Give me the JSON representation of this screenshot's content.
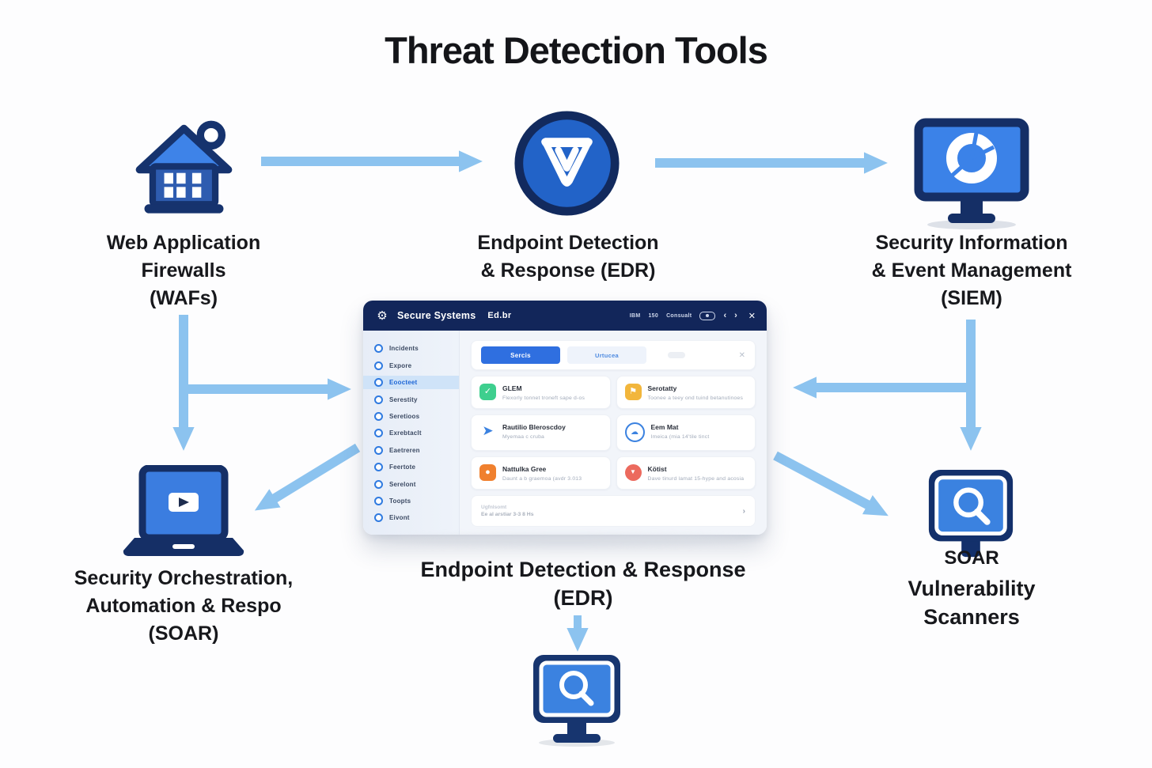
{
  "title": "Threat Detection Tools",
  "nodes": {
    "waf": {
      "lines": [
        "Web Application",
        "Firewalls",
        "(WAFs)"
      ]
    },
    "edr_top": {
      "lines": [
        "Endpoint Detection",
        "& Response (EDR)"
      ]
    },
    "siem": {
      "lines": [
        "Security Information",
        "& Event Management",
        "(SIEM)"
      ]
    },
    "soar": {
      "lines": [
        "Security Orchestration,",
        "Automation & Respo",
        "(SOAR)"
      ]
    },
    "edr_bottom": {
      "lines": [
        "Endpoint Detection & Response",
        "(EDR)"
      ]
    },
    "vuln": {
      "label_top": "SOAR",
      "lines": [
        "Vulnerability",
        "Scanners"
      ]
    }
  },
  "window": {
    "brand": "Secure Systems",
    "app_title": "Ed.br",
    "logo_glyph": "⚙",
    "menu": [
      "IBM",
      "150",
      "Consualt"
    ],
    "nav_back": "‹",
    "nav_forward": "›",
    "close_glyph": "✕",
    "sidebar": [
      {
        "label": "Incidents",
        "active": false
      },
      {
        "label": "Expore",
        "active": false
      },
      {
        "label": "Eoocteet",
        "active": true
      },
      {
        "label": "Serestity",
        "active": false
      },
      {
        "label": "Seretioos",
        "active": false
      },
      {
        "label": "Exrebtaclt",
        "active": false
      },
      {
        "label": "Eaetreren",
        "active": false
      },
      {
        "label": "Feertote",
        "active": false
      },
      {
        "label": "Serelont",
        "active": false
      },
      {
        "label": "Toopts",
        "active": false
      },
      {
        "label": "Eivont",
        "active": false
      }
    ],
    "toolbar": {
      "primary_label": "Sercis",
      "secondary_label": "Urtucea",
      "close_glyph": "✕"
    },
    "cards": [
      {
        "title": "GLEM",
        "subtitle": "Flexorly tonnet troneft sape d-os",
        "icon_name": "check-icon",
        "icon_glyph": "✓",
        "icon_color": "#3ecf8e",
        "icon_style": "solid"
      },
      {
        "title": "Serotatty",
        "subtitle": "Toonee a teey ond tuind betanutinoes",
        "icon_name": "flag-icon",
        "icon_glyph": "⚑",
        "icon_color": "#f2b63c",
        "icon_style": "solid"
      },
      {
        "title": "Rautilio Bleroscdoy",
        "subtitle": "Myemaa c cruba",
        "icon_name": "send-icon",
        "icon_glyph": "➤",
        "icon_color": "#3b82e0",
        "icon_style": "bare"
      },
      {
        "title": "Eem Mat",
        "subtitle": "Imeica (mia 14'tile tinct",
        "icon_name": "cloud-icon",
        "icon_glyph": "☁",
        "icon_color": "#3b82e0",
        "icon_style": "outline"
      },
      {
        "title": "Nattulka Gree",
        "subtitle": "Daunt a b graemoa (avdr 3.013",
        "icon_name": "extinguisher-icon",
        "icon_glyph": "●",
        "icon_color": "#f0802e",
        "icon_style": "solid"
      },
      {
        "title": "Kötist",
        "subtitle": "Dave tinurd lamat 15-hype and acosia",
        "icon_name": "pin-icon",
        "icon_glyph": "▼",
        "icon_color": "#ec6a5e",
        "icon_style": "circle"
      }
    ],
    "footer": {
      "line1": "Ugfnlsomt",
      "line2": "Ee al arstiar 3-3 8 Hs",
      "chevron": "›"
    }
  },
  "colors": {
    "arrow": "#8cc3ef",
    "navy": "#16336e",
    "icon_blue": "#3b82e0",
    "titlebar": "#12265a"
  }
}
